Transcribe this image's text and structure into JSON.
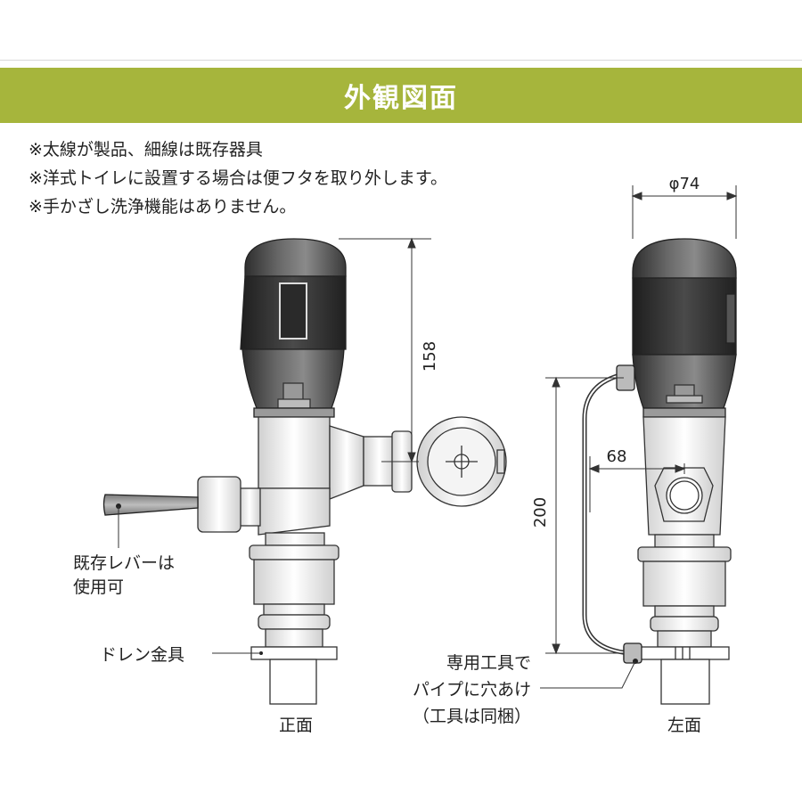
{
  "header": {
    "title": "外観図面"
  },
  "notes": [
    "※太線が製品、細線は既存器具",
    "※洋式トイレに設置する場合は便フタを取り外します。",
    "※手かざし洗浄機能はありません。"
  ],
  "labels": {
    "existing_lever_line1": "既存レバーは",
    "existing_lever_line2": "使用可",
    "drain_fitting": "ドレン金具",
    "front_view": "正面",
    "left_view": "左面",
    "tool_line1": "専用工具で",
    "tool_line2": "パイプに穴あけ",
    "tool_line3": "（工具は同梱）"
  },
  "dimensions": {
    "height_top": "158",
    "height_total": "200",
    "diameter": "φ74",
    "offset": "68"
  },
  "colors": {
    "banner": "#a6b53c",
    "product_dark": "#3a3a3a",
    "product_light": "#9a9a9a"
  }
}
